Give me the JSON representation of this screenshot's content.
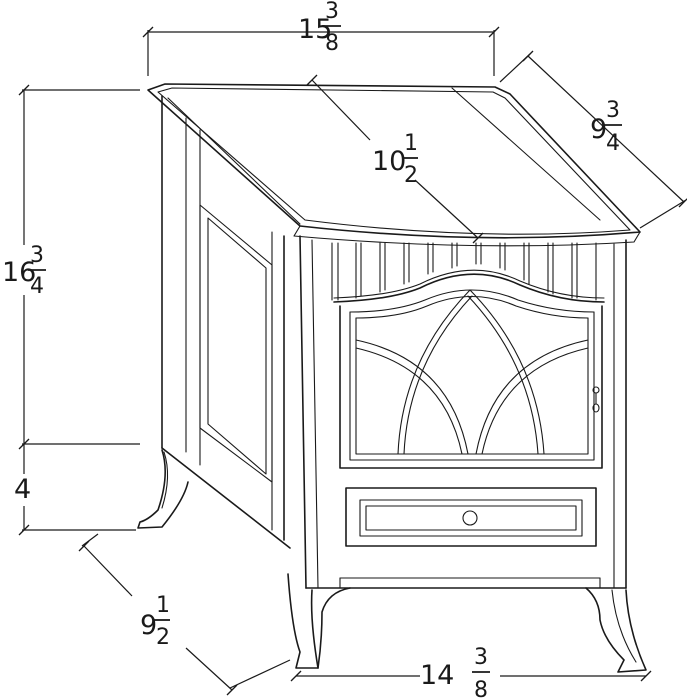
{
  "dimensions": {
    "top_width": {
      "whole": "15",
      "num": "3",
      "den": "8"
    },
    "top_depth": {
      "whole": "10",
      "num": "1",
      "den": "2"
    },
    "side_right": {
      "whole": "9",
      "num": "3",
      "den": "4"
    },
    "height": {
      "whole": "16",
      "num": "3",
      "den": "4"
    },
    "leg_height": {
      "whole": "4"
    },
    "base_depth": {
      "whole": "9",
      "num": "1",
      "den": "2"
    },
    "base_width": {
      "whole": "14",
      "num": "3",
      "den": "8"
    }
  }
}
